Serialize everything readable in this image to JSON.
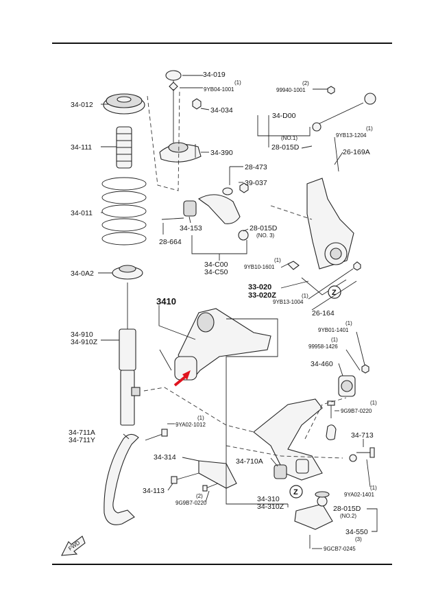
{
  "labels": {
    "p34_019": "34-019",
    "p9yb04": "9YB04-1001",
    "p9yb04_q": "(1)",
    "p34_012": "34-012",
    "p34_034": "34-034",
    "p34_111": "34-111",
    "p34_390": "34-390",
    "p34_011": "34-011",
    "p28_664": "28-664",
    "p34_153": "34-153",
    "p34_0a2": "34-0A2",
    "p3410": "3410",
    "p34_910": "34-910",
    "p34_910z": "34-910Z",
    "p34_711a": "34-711A",
    "p34_711y": "34-711Y",
    "p9ya02_1012": "9YA02-1012",
    "p9ya02_1012_q": "(1)",
    "p34_314": "34-314",
    "p34_113": "34-113",
    "p9g9b7_a": "9G9B7-0220",
    "p9g9b7_a_q": "(2)",
    "p99940": "99940-1001",
    "p99940_q": "(2)",
    "p34_d00": "34-D00",
    "no1": "(NO.1)",
    "p28_015d_1": "28-015D",
    "p9yb13_1204": "9YB13-1204",
    "p9yb13_1204_q": "(1)",
    "p26_169a": "26-169A",
    "p28_473": "28-473",
    "p39_037": "39-037",
    "p28_015d_3": "28-015D",
    "no3": "(NO. 3)",
    "p34_c00": "34-C00",
    "p34_c50": "34-C50",
    "p9yb10": "9YB10-1601",
    "p9yb10_q": "(1)",
    "p33_020": "33-020",
    "p33_020z": "33-020Z",
    "p9yb13_1004": "9YB13-1004",
    "p9yb13_1004_q": "(1)",
    "p26_164": "26-164",
    "p9yb01": "9YB01-1401",
    "p9yb01_q": "(1)",
    "p99958": "99958-1426",
    "p99958_q": "(1)",
    "p34_460": "34-460",
    "p9g9b7_b": "9G9B7-0220",
    "p9g9b7_b_q": "(1)",
    "p34_713": "34-713",
    "p34_710a": "34-710A",
    "p9ya02_1401": "9YA02-1401",
    "p9ya02_1401_q": "(1)",
    "p34_310": "34-310",
    "p34_310z": "34-310Z",
    "p28_015d_2": "28-015D",
    "no2": "(NO.2)",
    "p34_550": "34-550",
    "p34_550_q": "(3)",
    "p9gcb7": "9GCB7-0245",
    "fwd": "FWD",
    "z1": "Z",
    "z2": "Z"
  },
  "colors": {
    "highlight_arrow": "#e0141e"
  }
}
